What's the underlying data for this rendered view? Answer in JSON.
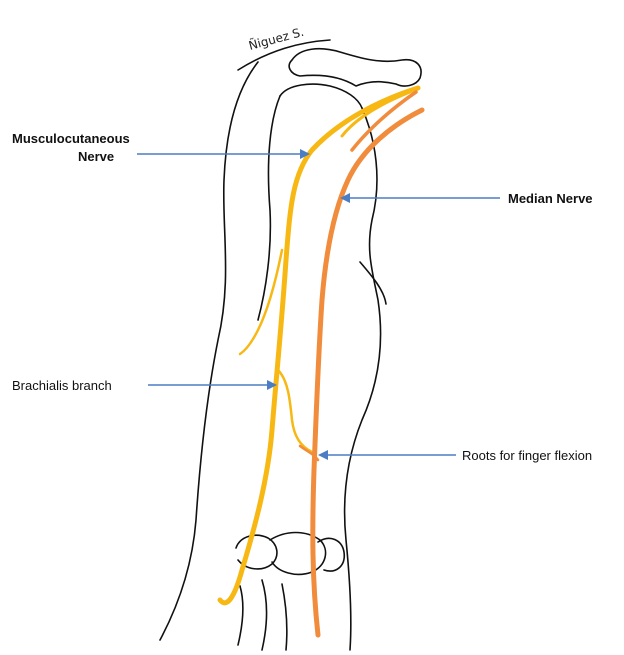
{
  "signature": "Ñiguez S.",
  "labels": {
    "musculocutaneous_line1": "Musculocutaneous",
    "musculocutaneous_line2": "Nerve",
    "median": "Median Nerve",
    "brachialis": "Brachialis branch",
    "finger_flexion": "Roots for finger flexion"
  },
  "colors": {
    "musculocutaneous": "#F8B814",
    "median": "#F08C3C",
    "arrow": "#4A7DC4",
    "outline": "#111111"
  }
}
